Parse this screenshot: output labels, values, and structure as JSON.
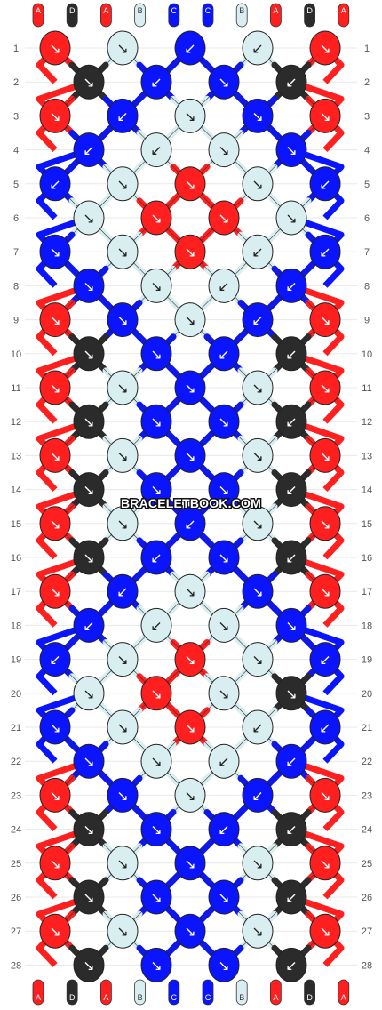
{
  "watermark": "BRACELETBOOK.COM",
  "colors": {
    "A": "#ff1f1f",
    "B": "#d9eef0",
    "C": "#0a14ff",
    "D": "#2b2b2b"
  },
  "top_strings": [
    "A",
    "D",
    "A",
    "B",
    "C",
    "C",
    "B",
    "A",
    "D",
    "A"
  ],
  "bottom_strings": [
    "A",
    "D",
    "A",
    "B",
    "C",
    "C",
    "B",
    "A",
    "D",
    "A"
  ],
  "row_numbers": [
    "1",
    "2",
    "3",
    "4",
    "5",
    "6",
    "7",
    "8",
    "9",
    "10",
    "11",
    "12",
    "13",
    "14",
    "15",
    "16",
    "17",
    "18",
    "19",
    "20",
    "21",
    "22",
    "23",
    "24",
    "25",
    "26",
    "27",
    "28"
  ],
  "knot_symbols": {
    "forward": "↘",
    "backward": "↙",
    "forward_backward": "↘",
    "backward_forward": "↙"
  },
  "rows": [
    [
      [
        "A",
        "f"
      ],
      [
        "B",
        "f"
      ],
      [
        "C",
        "b"
      ],
      [
        "B",
        "b"
      ],
      [
        "A",
        "f"
      ]
    ],
    [
      [
        "D",
        "f"
      ],
      [
        "C",
        "b"
      ],
      [
        "C",
        "f"
      ],
      [
        "D",
        "b"
      ]
    ],
    [
      [
        "A",
        "f"
      ],
      [
        "C",
        "b"
      ],
      [
        "B",
        "f"
      ],
      [
        "C",
        "f"
      ],
      [
        "A",
        "f"
      ]
    ],
    [
      [
        "C",
        "b"
      ],
      [
        "B",
        "b"
      ],
      [
        "B",
        "f"
      ],
      [
        "C",
        "f"
      ]
    ],
    [
      [
        "C",
        "b"
      ],
      [
        "B",
        "f"
      ],
      [
        "A",
        "f"
      ],
      [
        "B",
        "f"
      ],
      [
        "C",
        "b"
      ]
    ],
    [
      [
        "B",
        "f"
      ],
      [
        "A",
        "f"
      ],
      [
        "A",
        "f"
      ],
      [
        "B",
        "f"
      ]
    ],
    [
      [
        "C",
        "f"
      ],
      [
        "B",
        "f"
      ],
      [
        "A",
        "f"
      ],
      [
        "B",
        "b"
      ],
      [
        "C",
        "b"
      ]
    ],
    [
      [
        "C",
        "f"
      ],
      [
        "B",
        "f"
      ],
      [
        "B",
        "b"
      ],
      [
        "C",
        "b"
      ]
    ],
    [
      [
        "A",
        "f"
      ],
      [
        "C",
        "f"
      ],
      [
        "B",
        "f"
      ],
      [
        "C",
        "b"
      ],
      [
        "A",
        "f"
      ]
    ],
    [
      [
        "D",
        "f"
      ],
      [
        "C",
        "f"
      ],
      [
        "C",
        "b"
      ],
      [
        "D",
        "b"
      ]
    ],
    [
      [
        "A",
        "f"
      ],
      [
        "B",
        "f"
      ],
      [
        "C",
        "f"
      ],
      [
        "B",
        "f"
      ],
      [
        "A",
        "f"
      ]
    ],
    [
      [
        "D",
        "f"
      ],
      [
        "C",
        "f"
      ],
      [
        "C",
        "f"
      ],
      [
        "D",
        "b"
      ]
    ],
    [
      [
        "A",
        "f"
      ],
      [
        "B",
        "f"
      ],
      [
        "C",
        "f"
      ],
      [
        "B",
        "f"
      ],
      [
        "A",
        "f"
      ]
    ],
    [
      [
        "D",
        "f"
      ],
      [
        "C",
        "f"
      ],
      [
        "C",
        "f"
      ],
      [
        "D",
        "b"
      ]
    ],
    [
      [
        "A",
        "f"
      ],
      [
        "B",
        "f"
      ],
      [
        "C",
        "b"
      ],
      [
        "B",
        "f"
      ],
      [
        "A",
        "f"
      ]
    ],
    [
      [
        "D",
        "f"
      ],
      [
        "C",
        "b"
      ],
      [
        "C",
        "f"
      ],
      [
        "D",
        "b"
      ]
    ],
    [
      [
        "A",
        "f"
      ],
      [
        "C",
        "b"
      ],
      [
        "B",
        "f"
      ],
      [
        "C",
        "f"
      ],
      [
        "A",
        "f"
      ]
    ],
    [
      [
        "C",
        "b"
      ],
      [
        "B",
        "b"
      ],
      [
        "B",
        "f"
      ],
      [
        "C",
        "f"
      ]
    ],
    [
      [
        "C",
        "b"
      ],
      [
        "B",
        "f"
      ],
      [
        "A",
        "f"
      ],
      [
        "B",
        "f"
      ],
      [
        "C",
        "b"
      ]
    ],
    [
      [
        "B",
        "f"
      ],
      [
        "A",
        "f"
      ],
      [
        "B",
        "f"
      ],
      [
        "D",
        "f"
      ]
    ],
    [
      [
        "C",
        "f"
      ],
      [
        "B",
        "f"
      ],
      [
        "A",
        "f"
      ],
      [
        "B",
        "b"
      ],
      [
        "C",
        "b"
      ]
    ],
    [
      [
        "C",
        "f"
      ],
      [
        "B",
        "f"
      ],
      [
        "B",
        "b"
      ],
      [
        "C",
        "b"
      ]
    ],
    [
      [
        "A",
        "f"
      ],
      [
        "C",
        "f"
      ],
      [
        "B",
        "f"
      ],
      [
        "C",
        "b"
      ],
      [
        "A",
        "f"
      ]
    ],
    [
      [
        "D",
        "f"
      ],
      [
        "C",
        "f"
      ],
      [
        "C",
        "b"
      ],
      [
        "D",
        "b"
      ]
    ],
    [
      [
        "A",
        "f"
      ],
      [
        "B",
        "f"
      ],
      [
        "C",
        "f"
      ],
      [
        "B",
        "f"
      ],
      [
        "A",
        "f"
      ]
    ],
    [
      [
        "D",
        "f"
      ],
      [
        "C",
        "f"
      ],
      [
        "C",
        "f"
      ],
      [
        "D",
        "b"
      ]
    ],
    [
      [
        "A",
        "f"
      ],
      [
        "B",
        "f"
      ],
      [
        "C",
        "f"
      ],
      [
        "B",
        "f"
      ],
      [
        "A",
        "f"
      ]
    ],
    [
      [
        "D",
        "f"
      ],
      [
        "C",
        "f"
      ],
      [
        "C",
        "f"
      ],
      [
        "D",
        "b"
      ]
    ]
  ]
}
